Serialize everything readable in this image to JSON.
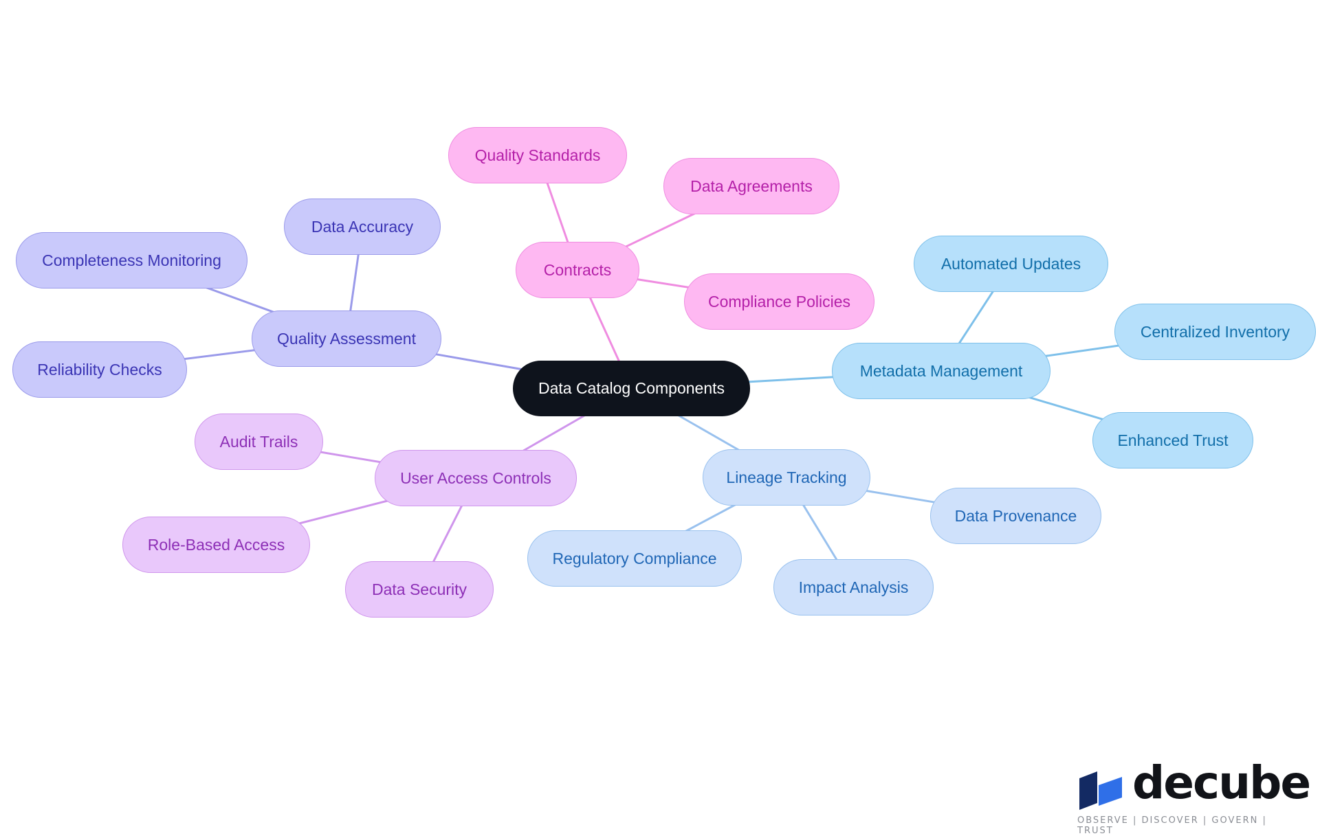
{
  "root": {
    "label": "Data Catalog Components"
  },
  "branches": [
    {
      "key": "quality",
      "theme": "indigo",
      "label": "Quality Assessment",
      "children": [
        "Data Accuracy",
        "Completeness Monitoring",
        "Reliability Checks"
      ]
    },
    {
      "key": "contracts",
      "theme": "pink",
      "label": "Contracts",
      "children": [
        "Quality Standards",
        "Data Agreements",
        "Compliance Policies"
      ]
    },
    {
      "key": "metadata",
      "theme": "sky",
      "label": "Metadata Management",
      "children": [
        "Automated Updates",
        "Centralized Inventory",
        "Enhanced Trust"
      ]
    },
    {
      "key": "lineage",
      "theme": "blue",
      "label": "Lineage Tracking",
      "children": [
        "Data Provenance",
        "Impact Analysis",
        "Regulatory Compliance"
      ]
    },
    {
      "key": "access",
      "theme": "purple",
      "label": "User Access Controls",
      "children": [
        "Audit Trails",
        "Role-Based Access",
        "Data Security"
      ]
    }
  ],
  "colors": {
    "edge_indigo": "#9a9aea",
    "edge_pink": "#ef8ce0",
    "edge_sky": "#7ec0ea",
    "edge_blue": "#99c1ee",
    "edge_purple": "#cf95ec"
  },
  "brand": {
    "wordmark": "decube",
    "tagline": "OBSERVE | DISCOVER | GOVERN | TRUST",
    "colors": {
      "dark": "#132a63",
      "light": "#2f6fe8"
    }
  }
}
